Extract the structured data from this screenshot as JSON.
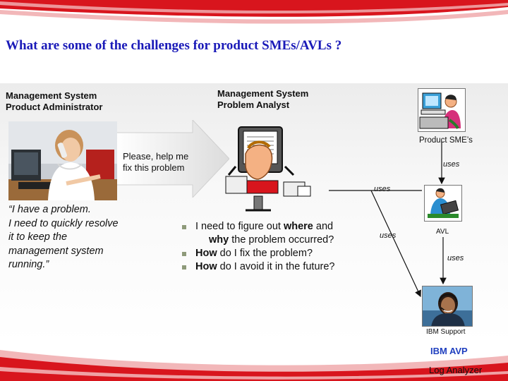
{
  "slide": {
    "title": "What are some of the challenges for product SMEs/AVLs ?"
  },
  "roles": {
    "administrator": [
      "Management System",
      "Product Administrator"
    ],
    "analyst": [
      "Management System",
      "Problem Analyst"
    ]
  },
  "callout": [
    "Please, help me",
    "fix this problem"
  ],
  "quote": [
    "“I have a problem.",
    "I need to quickly resolve",
    "it to keep the",
    "management system",
    "running.”"
  ],
  "bullets": [
    {
      "pre": "I need to figure out ",
      "b1": "where",
      "mid": " and",
      "cont_b": "why",
      "cont": " the problem occurred?"
    },
    {
      "b1": "How",
      "rest": " do I fix the problem?"
    },
    {
      "b1": "How",
      "rest": " do I avoid it in the future?"
    }
  ],
  "diagram": {
    "sme_label": "Product SME’s",
    "avl_label": "AVL",
    "support_label": "IBM Support",
    "uses_label": "uses"
  },
  "footer": {
    "brand": "IBM AVP",
    "product": "Log Analyzer"
  },
  "colors": {
    "title": "#1a1ab8",
    "accent_red": "#d8151d",
    "brand_blue": "#1f3fbf"
  }
}
